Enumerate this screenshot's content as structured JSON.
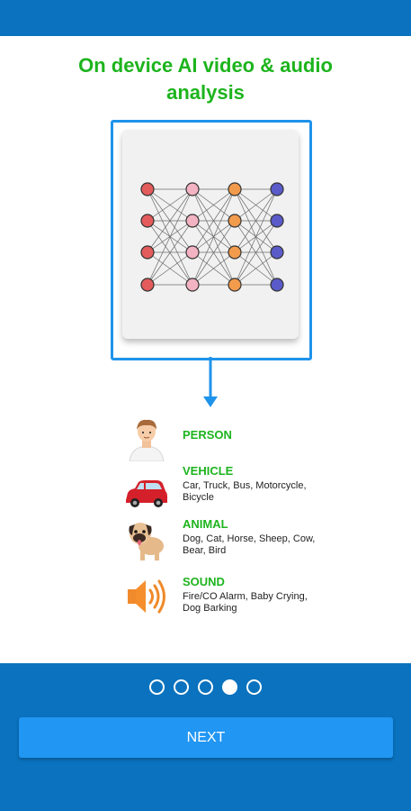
{
  "title": {
    "line1": "On device AI video & audio",
    "line2": "analysis"
  },
  "categories": [
    {
      "label": "PERSON",
      "desc": "",
      "icon": "person-icon"
    },
    {
      "label": "VEHICLE",
      "desc_line1": "Car, Truck, Bus, Motorcycle,",
      "desc_line2": "Bicycle",
      "icon": "car-icon"
    },
    {
      "label": "ANIMAL",
      "desc_line1": "Dog, Cat, Horse, Sheep, Cow,",
      "desc_line2": "Bear, Bird",
      "icon": "dog-icon"
    },
    {
      "label": "SOUND",
      "desc_line1": "Fire/CO Alarm, Baby Crying,",
      "desc_line2": "Dog Barking",
      "icon": "speaker-icon"
    }
  ],
  "pagination": {
    "count": 5,
    "active_index": 3
  },
  "next_button": {
    "label": "NEXT"
  },
  "colors": {
    "primary": "#0a72be",
    "button": "#2196f3",
    "accent_green": "#1db41d",
    "frame_border": "#1f93ea",
    "layer1": "#e35b5b",
    "layer2": "#f4b3c2",
    "layer3": "#f29b4c",
    "layer4": "#5a5bc9"
  }
}
